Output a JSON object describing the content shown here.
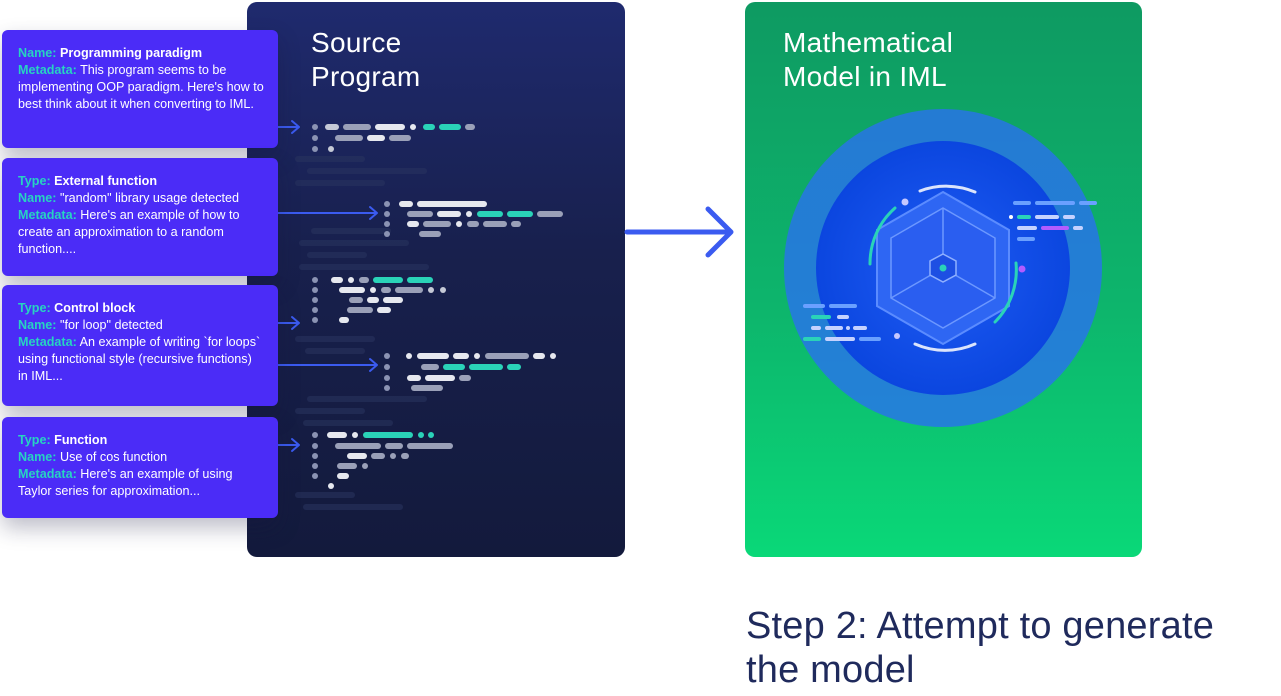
{
  "source_panel": {
    "title": "Source\nProgram"
  },
  "model_panel": {
    "title": "Mathematical\nModel in IML"
  },
  "cards": [
    {
      "name_key": "Name:",
      "name_value": "Programming paradigm",
      "metadata_key": "Metadata:",
      "metadata_value": "This program seems to be implementing OOP paradigm. Here's how to best think about it when converting to IML."
    },
    {
      "type_key": "Type:",
      "type_value": "External function",
      "name_key": "Name:",
      "name_value": "\"random\" library usage detected",
      "metadata_key": "Metadata:",
      "metadata_value": "Here's an example of how to create an approximation to a random function...."
    },
    {
      "type_key": "Type:",
      "type_value": "Control block",
      "name_key": "Name:",
      "name_value": "\"for loop\" detected",
      "metadata_key": "Metadata:",
      "metadata_value": "An example of writing `for loops` using functional style (recursive functions) in IML..."
    },
    {
      "type_key": "Type:",
      "type_value": "Function",
      "name_key": "Name:",
      "name_value": "Use of cos function",
      "metadata_key": "Metadata:",
      "metadata_value": "Here's an example of using Taylor series for approximation..."
    }
  ],
  "step_caption": "Step 2: Attempt to generate the model",
  "colors": {
    "card": "#4b2cf7",
    "card_key": "#27d3c1",
    "source_panel": "#18204d",
    "model_panel": "#0db56c",
    "arrow": "#3b5bf0",
    "caption": "#1f2a5c"
  },
  "icons": [
    "right-arrow-icon",
    "hexagon-model-icon"
  ]
}
